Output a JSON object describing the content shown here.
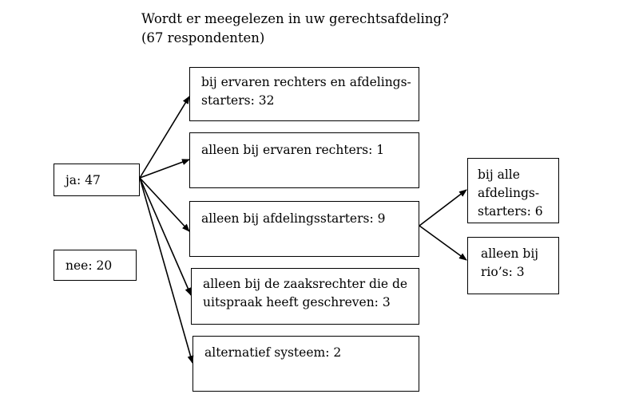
{
  "title": {
    "question": "Wordt er meegelezen in uw gerechtsafdeling?",
    "respondents": "(67 respondenten)"
  },
  "nodes": {
    "ja": "ja: 47",
    "nee": "nee: 20",
    "ervaren_en_starters": "bij ervaren rechters en afdelings-\nstarters: 32",
    "alleen_ervaren": "alleen bij ervaren rechters: 1",
    "alleen_starters": "alleen bij afdelingsstarters: 9",
    "zaaksrechter": "alleen bij de zaaksrechter die de\nuitspraak heeft geschreven: 3",
    "alternatief": "alternatief systeem: 2",
    "alle_starters": "bij alle\nafdelings-\nstarters: 6",
    "rios": "alleen bij\nrio’s: 3"
  },
  "colors": {
    "line": "#000000",
    "background": "#ffffff"
  }
}
